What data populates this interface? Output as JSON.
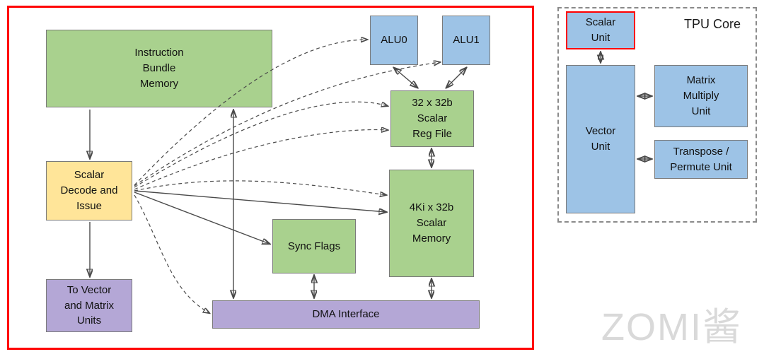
{
  "colors": {
    "green": "#A9D18E",
    "blue": "#9DC3E6",
    "yellow": "#FFE599",
    "purple": "#B4A7D6",
    "red": "#FF0000",
    "line": "#4a4a4a"
  },
  "main": {
    "nodes": {
      "instruction_bundle_memory": "Instruction\nBundle\nMemory",
      "alu0": "ALU0",
      "alu1": "ALU1",
      "scalar_reg_file": "32 x 32b\nScalar\nReg File",
      "scalar_decode": "Scalar\nDecode and\nIssue",
      "sync_flags": "Sync Flags",
      "scalar_memory": "4Ki x 32b\nScalar\nMemory",
      "to_vector_matrix": "To Vector\nand Matrix\nUnits",
      "dma_interface": "DMA Interface"
    }
  },
  "overview": {
    "title": "TPU Core",
    "nodes": {
      "scalar_unit": "Scalar\nUnit",
      "vector_unit": "Vector\nUnit",
      "matrix_multiply_unit": "Matrix\nMultiply\nUnit",
      "transpose_permute_unit": "Transpose /\nPermute Unit"
    }
  },
  "watermark": "ZOMI酱"
}
